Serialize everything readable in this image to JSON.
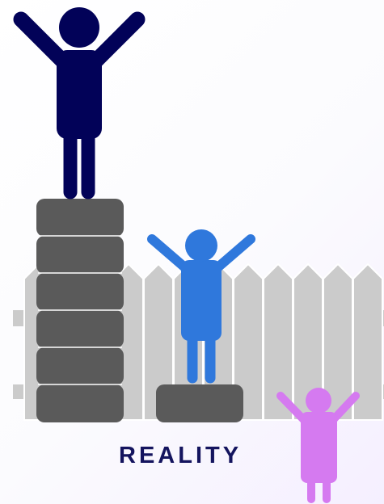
{
  "title": "REALITY",
  "colors": {
    "tall_figure": "#020258",
    "mid_figure": "#2f78dc",
    "short_figure": "#d57af0",
    "fence": "#cbcbcb",
    "fence_gaps": "#ffffff",
    "tires": "#5a5a5a",
    "tire_seams": "#ffffff",
    "title_text": "#14145e"
  },
  "figures": [
    {
      "name": "tall-figure",
      "color_key": "tall_figure",
      "stack": "tall",
      "arms": "raised"
    },
    {
      "name": "mid-figure",
      "color_key": "mid_figure",
      "stack": "short",
      "arms": "raised"
    },
    {
      "name": "short-figure",
      "color_key": "short_figure",
      "stack": "none",
      "arms": "raised"
    }
  ],
  "tire_stacks": [
    {
      "name": "tall-tire-stack",
      "tire_count": 6
    },
    {
      "name": "short-tire-stack",
      "tire_count": 1
    }
  ],
  "fence": {
    "picket_count": 12
  }
}
